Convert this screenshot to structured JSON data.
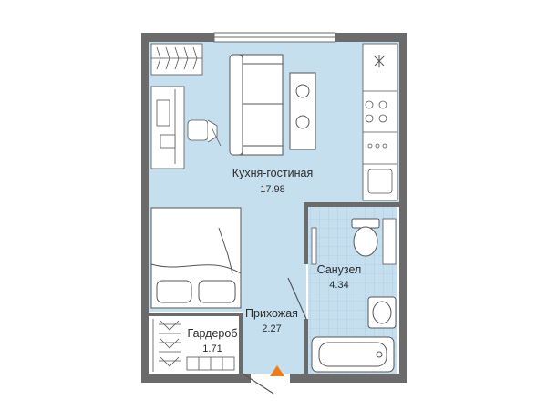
{
  "rooms": {
    "kitchen_living": {
      "name": "Кухня-гостиная",
      "area": "17.98"
    },
    "bathroom": {
      "name": "Санузел",
      "area": "4.34"
    },
    "hallway": {
      "name": "Прихожая",
      "area": "2.27"
    },
    "wardrobe": {
      "name": "Гардероб",
      "area": "1.71"
    }
  },
  "colors": {
    "wall": "#6b6b6b",
    "floor_living": "#c6dfef",
    "floor_bath_tile": "#c6dfef",
    "entrance_marker": "#f07d1c",
    "furniture_stroke": "#555555"
  },
  "icons": {
    "hood": "snowflake-icon",
    "entrance": "entrance-arrow-icon"
  }
}
